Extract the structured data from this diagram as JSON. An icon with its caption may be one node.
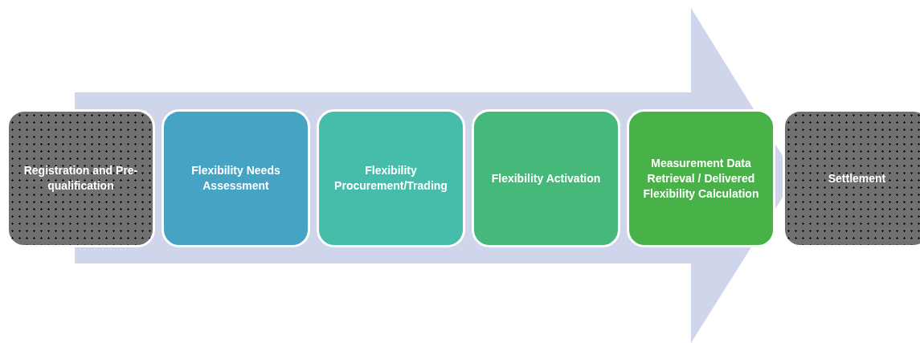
{
  "diagram": {
    "nodes": [
      {
        "text": [
          "Registration and Pre-qualification"
        ]
      },
      {
        "text": [
          "Flexibility Needs Assessment"
        ]
      },
      {
        "text": [
          "Flexibility Procurement/Trading"
        ]
      },
      {
        "text": [
          "Flexibility Activation"
        ]
      },
      {
        "text": [
          "Measurement Data Retrieval / Delivered Flexibility Calculation"
        ]
      },
      {
        "text": [
          "Settlement"
        ]
      }
    ]
  }
}
